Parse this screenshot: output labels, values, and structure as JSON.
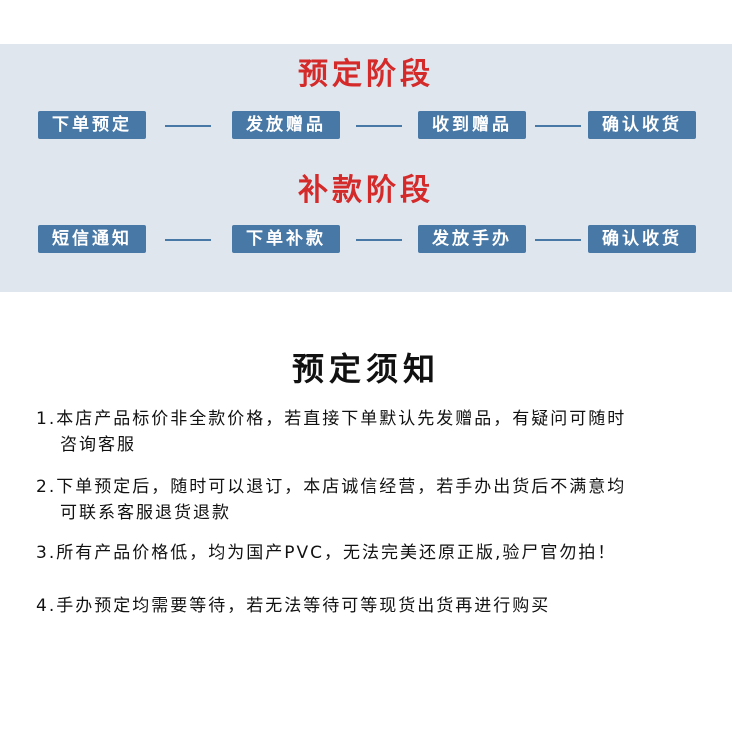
{
  "stages": [
    {
      "title": "预定阶段",
      "steps": [
        "下单预定",
        "发放赠品",
        "收到赠品",
        "确认收货"
      ]
    },
    {
      "title": "补款阶段",
      "steps": [
        "短信通知",
        "下单补款",
        "发放手办",
        "确认收货"
      ]
    }
  ],
  "notice": {
    "title": "预定须知",
    "items": [
      {
        "line1": "1.本店产品标价非全款价格，若直接下单默认先发赠品，有疑问可随时",
        "line2": "咨询客服"
      },
      {
        "line1": "2.下单预定后，随时可以退订，本店诚信经营，若手办出货后不满意均",
        "line2": "可联系客服退货退款"
      },
      {
        "line1": "3.所有产品价格低，均为国产PVC，无法完美还原正版,验尸官勿拍！",
        "line2": ""
      },
      {
        "line1": "4.手办预定均需要等待，若无法等待可等现货出货再进行购买",
        "line2": ""
      }
    ]
  }
}
